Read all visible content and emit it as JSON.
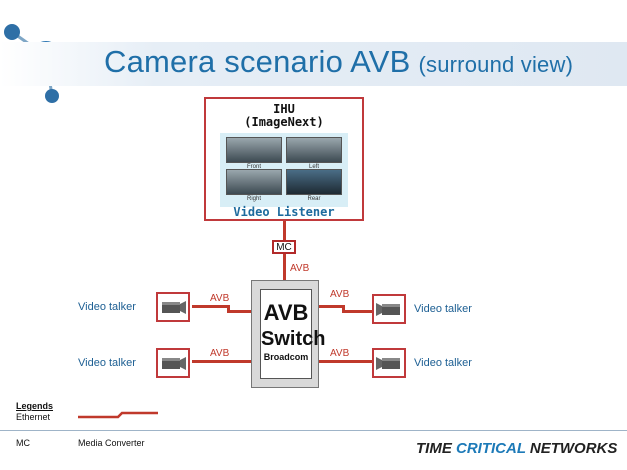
{
  "slide": {
    "title_main": "Camera scenario AVB",
    "title_sub": "(surround view)"
  },
  "ihu": {
    "title_line1": "IHU",
    "title_line2": "(ImageNext)",
    "views": [
      "Front",
      "Left",
      "Right",
      "Rear"
    ],
    "caption": "Video Listener"
  },
  "mc_label": "MC",
  "avb_label": "AVB",
  "switch": {
    "line1": "AVB",
    "line2": "Switch",
    "vendor": "Broadcom"
  },
  "talkers": {
    "label": "Video talker"
  },
  "legend": {
    "heading": "Legends",
    "ethernet": "Ethernet",
    "mc_abbr": "MC",
    "mc_text": "Media Converter"
  },
  "brand": {
    "part1": "TIME ",
    "part2": "CRITICAL",
    "part3": " NETWORKS"
  },
  "colors": {
    "title": "#1f6fa8",
    "link": "#c0392b",
    "talker_text": "#1d5f93"
  }
}
